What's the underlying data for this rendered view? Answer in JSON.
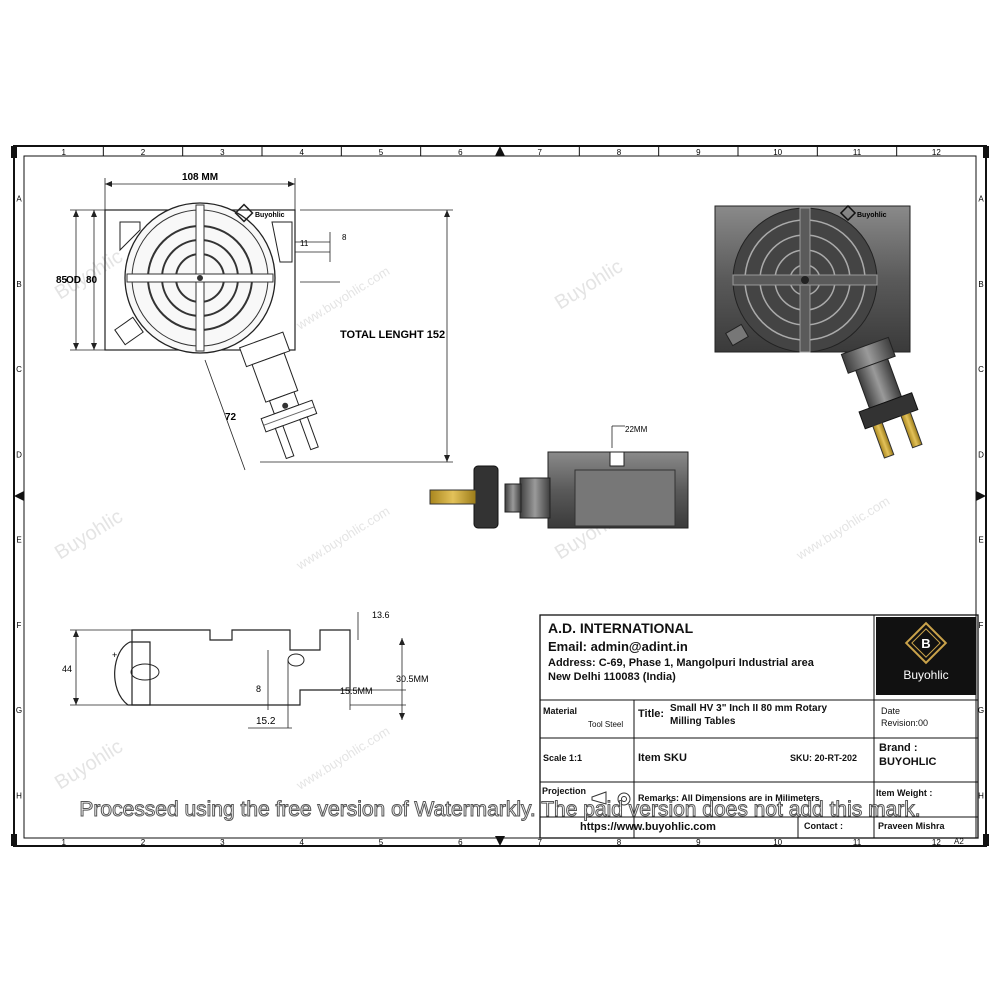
{
  "grid": {
    "columns": [
      "1",
      "2",
      "3",
      "4",
      "5",
      "6",
      "7",
      "8",
      "9",
      "10",
      "11",
      "12"
    ],
    "rows": [
      "A",
      "B",
      "C",
      "D",
      "E",
      "F",
      "G",
      "H"
    ]
  },
  "dimensions": {
    "width_108": "108  MM",
    "od_85": "85",
    "od_label": "OD",
    "od_80": "80",
    "d11": "11",
    "d8_top": "8",
    "total_length": "TOTAL LENGHT  152",
    "d72": "72",
    "d22": "22MM",
    "d13_6": "13.6",
    "d44": "44",
    "d30_5": "30.5MM",
    "d8_side": "8",
    "d15_5": "15.5MM",
    "d15_2": "15.2"
  },
  "brand_mark": "Buyohlic",
  "watermarks": [
    "Buyohlic",
    "www.buyohlic.com"
  ],
  "title_block": {
    "company": "A.D. INTERNATIONAL",
    "email": "Email: admin@adint.in",
    "address1": "Address: C-69, Phase 1, Mangolpuri Industrial area",
    "address2": "New Delhi 110083 (India)",
    "logo_text": "Buyohlic",
    "logo_letter": "B",
    "material_label": "Material",
    "material_value": "Tool Steel",
    "title_label": "Title:",
    "title_value1": "Small HV 3\" Inch II 80 mm Rotary",
    "title_value2": "Milling Tables",
    "date_label": "Date",
    "revision": "Revision:00",
    "scale": "Scale 1:1",
    "item_sku_label": "Item SKU",
    "sku_value": "SKU: 20-RT-202",
    "brand_label": "Brand :",
    "brand_value": "BUYOHLIC",
    "projection_label": "Projection",
    "remarks": "Remarks: All Dimensions are in Milimeters",
    "item_weight": "Item Weight :",
    "website": "https://www.buyohlic.com",
    "contact_label": "Contact :",
    "contact_value": "Praveen Mishra",
    "sheet_size": "A2"
  },
  "watermark_notice": "Processed using the free version of Watermarkly. The paid version does not add this mark."
}
